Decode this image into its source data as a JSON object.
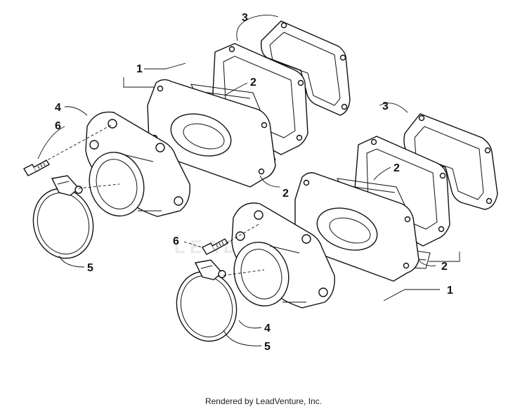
{
  "diagram": {
    "watermark": "LEADVENTURE",
    "footer": "Rendered by LeadVenture, Inc.",
    "callouts": {
      "c1_top": "1",
      "c2_top_a": "2",
      "c2_top_b": "2",
      "c3_top": "3",
      "c4_top": "4",
      "c6_top": "6",
      "c5_left": "5",
      "c3_bot": "3",
      "c2_bot_a": "2",
      "c2_bot_b": "2",
      "c1_bot": "1",
      "c6_bot": "6",
      "c4_bot": "4",
      "c5_bot": "5"
    }
  }
}
